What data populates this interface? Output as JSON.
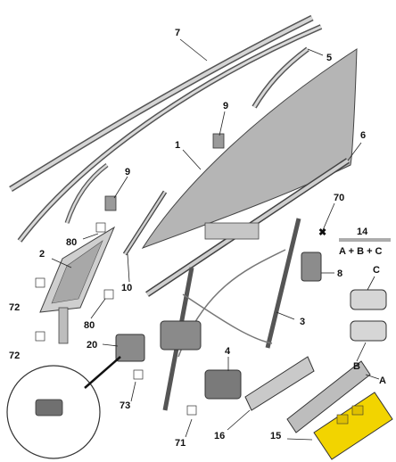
{
  "labels": {
    "l1": "1",
    "l2": "2",
    "l3": "3",
    "l4": "4",
    "l5": "5",
    "l6": "6",
    "l7": "7",
    "l8": "8",
    "l9a": "9",
    "l9b": "9",
    "l10": "10",
    "l14": "14",
    "l14_formula": "A + B + C",
    "l15": "15",
    "l16": "16",
    "l20": "20",
    "l70": "70",
    "l71": "71",
    "l72a": "72",
    "l72b": "72",
    "l73": "73",
    "l80a": "80",
    "l80b": "80",
    "lA": "A",
    "lB": "B",
    "lC": "C"
  },
  "colors": {
    "glass": "#b8b8b8",
    "metal": "#c8c8c8",
    "dark_part": "#6a6a6a",
    "highlight": "#f2d400"
  }
}
